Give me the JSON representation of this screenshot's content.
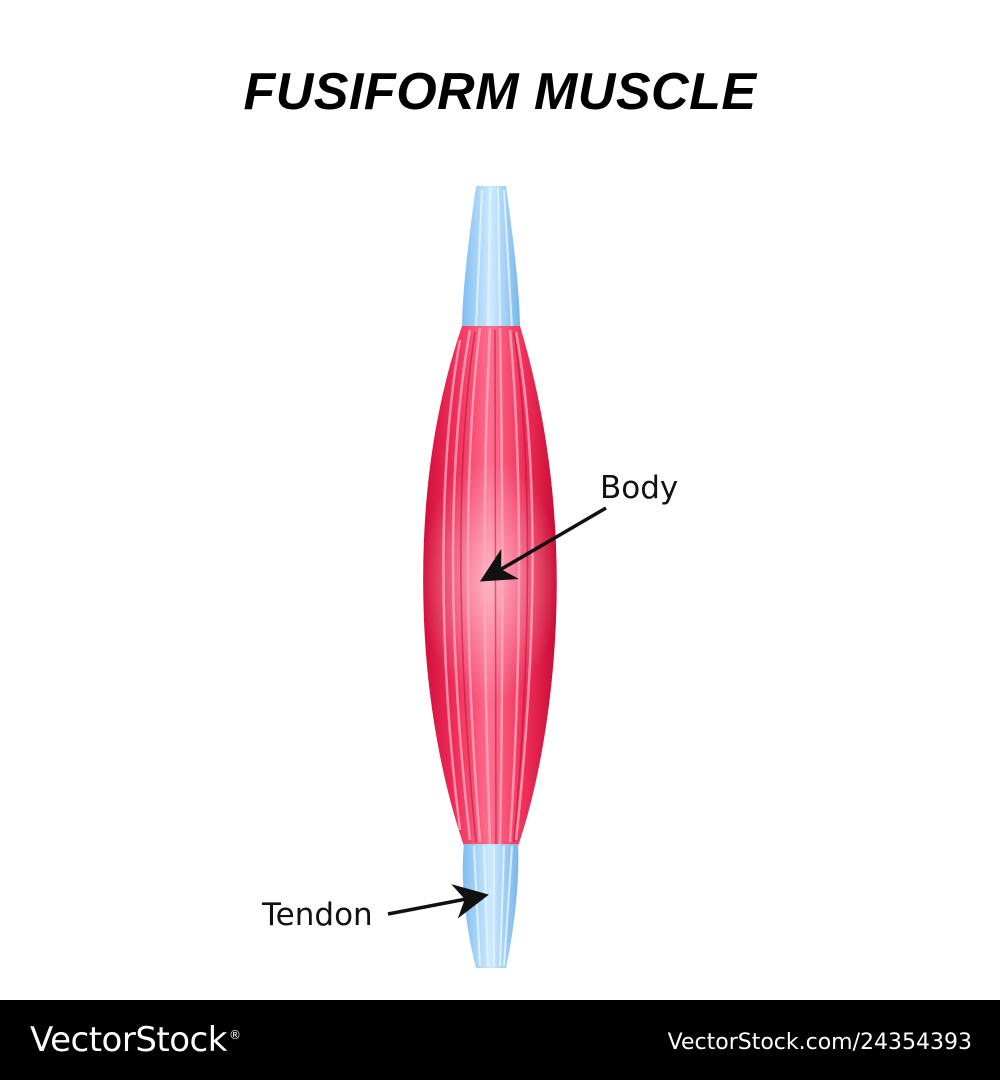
{
  "title": "FUSIFORM MUSCLE",
  "labels": {
    "body": "Body",
    "tendon": "Tendon"
  },
  "colors": {
    "muscle": "#e8204a",
    "muscle_highlight": "#ff8fa8",
    "tendon": "#8ec8f0",
    "tendon_highlight": "#d8f0ff",
    "arrow": "#111111",
    "footer": "#000000"
  },
  "footer": {
    "brand": "VectorStock",
    "registered_mark": "®",
    "image_id": "VectorStock.com/24354393"
  }
}
